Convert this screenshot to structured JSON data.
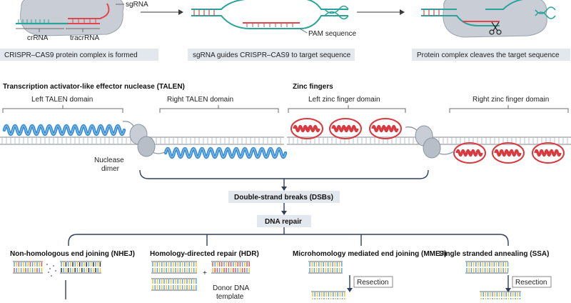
{
  "crispr": {
    "sgrna_label": "sgRNA",
    "crrna_label": "crRNA",
    "tracrrna_label": "tracrRNA",
    "pam_label": "PAM sequence",
    "step1_caption": "CRISPR–CAS9 protein complex is formed",
    "step2_caption": "sgRNA guides CRISPR–CAS9 to target sequence",
    "step3_caption": "Protein complex cleaves the target sequence"
  },
  "talen": {
    "title": "Transcription activator-like effector nuclease (TALEN)",
    "left_domain": "Left TALEN domain",
    "right_domain": "Right TALEN domain",
    "nuclease_line1": "Nuclease",
    "nuclease_line2": "dimer"
  },
  "zinc": {
    "title": "Zinc fingers",
    "left_domain": "Left zinc finger domain",
    "right_domain": "Right zinc finger domain"
  },
  "flow": {
    "dsb_label": "Double-strand breaks (DSBs)",
    "repair_label": "DNA repair"
  },
  "pathways": {
    "nhej": "Non-homologous end joining (NHEJ)",
    "hdr": "Homology-directed repair (HDR)",
    "mmej": "Microhomology mediated end joining (MMEJ)",
    "ssa": "Single stranded annealing (SSA)",
    "plus_sign": "+",
    "donor_line1": "Donor DNA",
    "donor_line2": "template",
    "resection_mmej": "Resection",
    "resection_ssa": "Resection"
  },
  "colors": {
    "talen_blue": "#3a8fd0",
    "zinc_red": "#d83a3f",
    "rna_teal": "#2aa39a",
    "rna_red": "#e0474c",
    "protein_gray": "#c9ced6",
    "dna_gray": "#b9bec6",
    "base_yellow": "#f2c531",
    "base_blue": "#58a9e0",
    "base_red": "#e05a55",
    "caption_bg": "#e3e7ee",
    "flow_navy": "#2f3f5f"
  }
}
